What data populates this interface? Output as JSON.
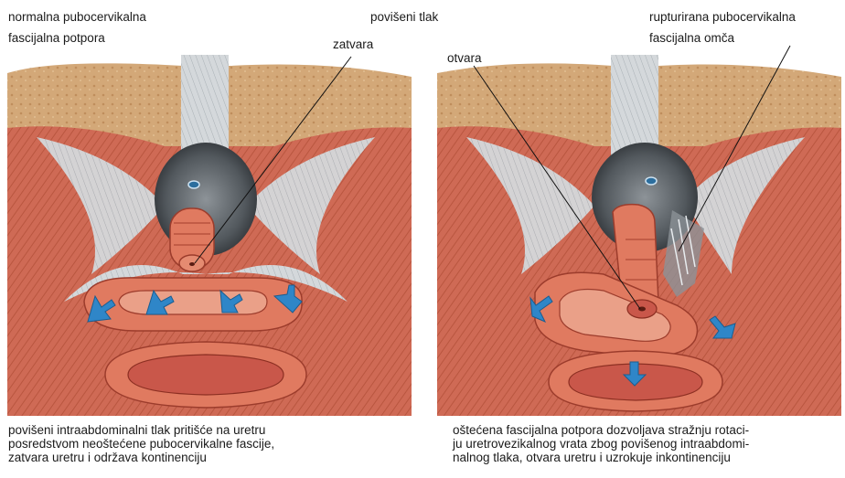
{
  "labels": {
    "left_top_1": "normalna pubocervikalna",
    "left_top_2": "fascijalna potpora",
    "center_top": "povišeni tlak",
    "right_top_1": "rupturirana pubocervikalna",
    "right_top_2": "fascijalna omča",
    "closes": "zatvara",
    "opens": "otvara"
  },
  "captions": {
    "left": [
      "povišeni intraabdominalni tlak pritišće na uretru",
      "posredstvom neoštećene pubocervikalne fascije,",
      "zatvara uretru i održava kontinenciju"
    ],
    "right": [
      "oštećena fascijalna potpora dozvoljava stražnju rotaci-",
      "ju uretrovezikalnog vrata zbog povišenog intraabdomi-",
      "nalnog tlaka, otvara uretru i uzrokuje inkontinenciju"
    ]
  },
  "colors": {
    "muscle": "#cf6a55",
    "muscle_dark": "#b4503e",
    "bone": "#d2a777",
    "fascia": "#cdd2d6",
    "arrow": "#2f86c8",
    "dark": "#3a3e42"
  }
}
